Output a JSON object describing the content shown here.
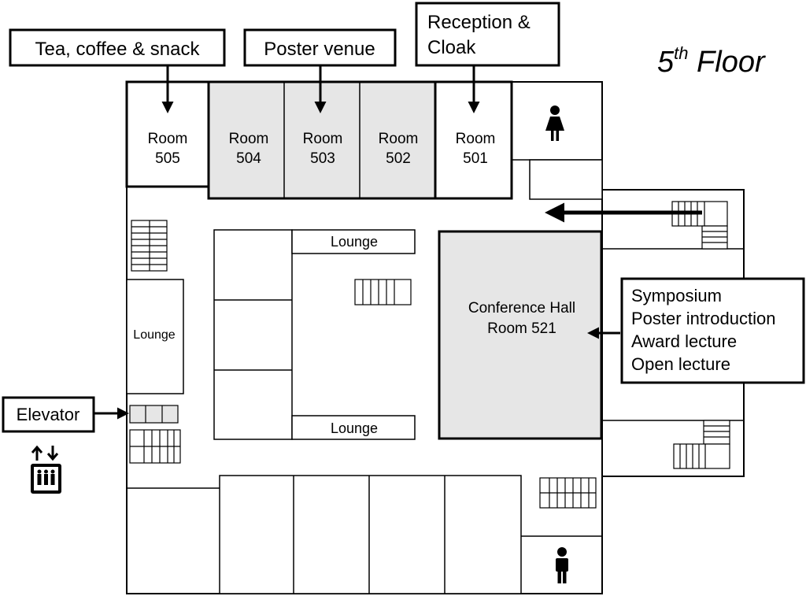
{
  "floor_title": {
    "main": "5",
    "sup": "th",
    "rest": " Floor"
  },
  "callouts": {
    "tea": "Tea, coffee & snack",
    "poster": "Poster venue",
    "reception_line1": "Reception &",
    "reception_line2": "Cloak",
    "elevator": "Elevator",
    "events": [
      "Symposium",
      "Poster introduction",
      "Award lecture",
      "Open lecture"
    ]
  },
  "rooms": {
    "r505": [
      "Room",
      "505"
    ],
    "r504": [
      "Room",
      "504"
    ],
    "r503": [
      "Room",
      "503"
    ],
    "r502": [
      "Room",
      "502"
    ],
    "r501": [
      "Room",
      "501"
    ],
    "hall": [
      "Conference Hall",
      "Room 521"
    ]
  },
  "lounges": {
    "top": "Lounge",
    "left": "Lounge",
    "bottom": "Lounge"
  },
  "colors": {
    "highlight_fill": "#e6e6e6",
    "line": "#000000",
    "background": "#ffffff"
  },
  "icons": [
    "female-restroom-icon",
    "male-restroom-icon",
    "elevator-icon",
    "stairs-icon"
  ]
}
